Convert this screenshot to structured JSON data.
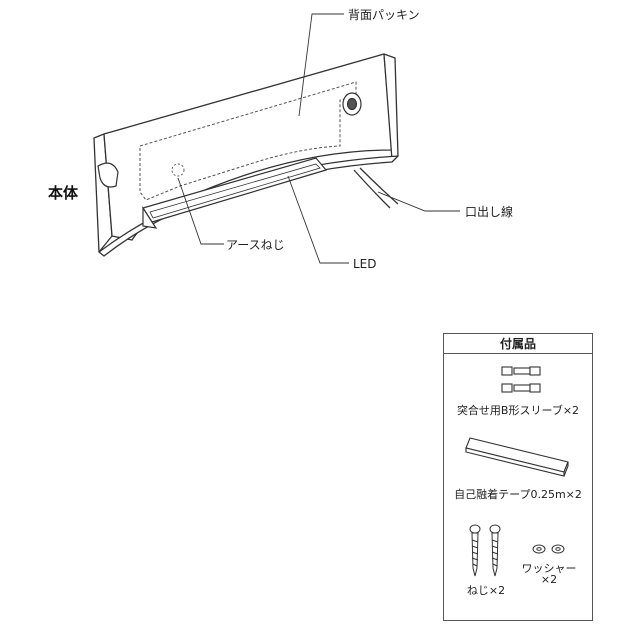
{
  "main_unit_label": "本体",
  "callouts": {
    "back_packing": "背面パッキン",
    "lead_wire": "口出し線",
    "earth_screw": "アースねじ",
    "led": "LED"
  },
  "accessories": {
    "title": "付属品",
    "sleeve": "突合せ用B形スリーブ×2",
    "tape": "自己融着テープ0.25m×2",
    "washer_line1": "ワッシャー",
    "washer_line2": "×2",
    "screw": "ねじ×2"
  }
}
